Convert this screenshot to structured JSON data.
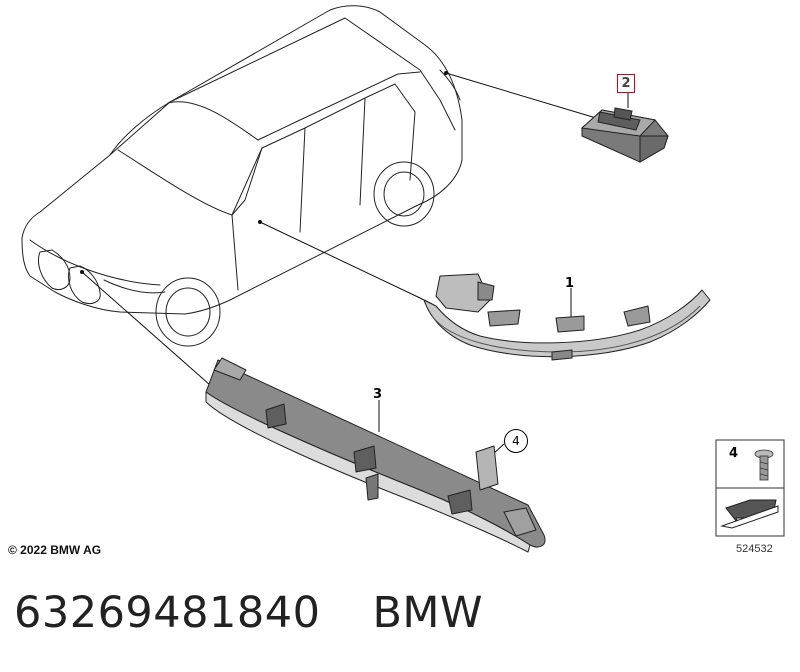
{
  "callouts": {
    "c1": "1",
    "c2": "2",
    "c3": "3",
    "c4": "4"
  },
  "copyright": "© 2022 BMW AG",
  "reference_box": {
    "item": "4",
    "diagram_number": "524532"
  },
  "part": {
    "number": "63269481840",
    "brand": "BMW"
  },
  "colors": {
    "callout_highlight": "#d0021b",
    "line_art": "#222222",
    "part_shade": "#8a8a8a"
  }
}
